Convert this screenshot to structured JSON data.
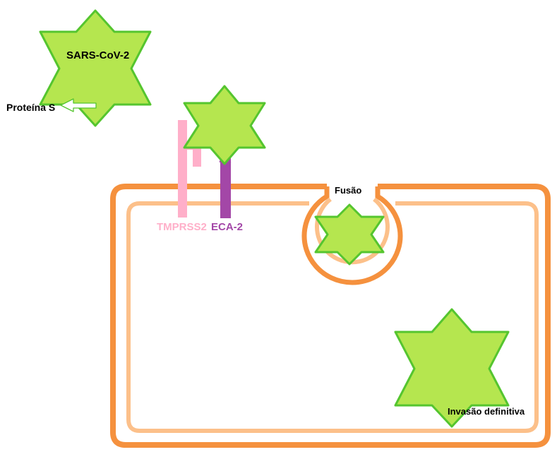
{
  "labels": {
    "virus": "SARS-CoV-2",
    "spike": "Proteína S",
    "tmprss2": "TMPRSS2",
    "ace2": "ECA-2",
    "fusion": "Fusão",
    "invasion": "Invasão definitiva"
  },
  "colors": {
    "virus_fill": "#b5e64f",
    "virus_stroke": "#55c52f",
    "membrane_outer": "#f5913e",
    "membrane_inner": "#fcc08a",
    "tmprss2": "#ffafc9",
    "ace2": "#a347a7",
    "text": "#000000"
  }
}
